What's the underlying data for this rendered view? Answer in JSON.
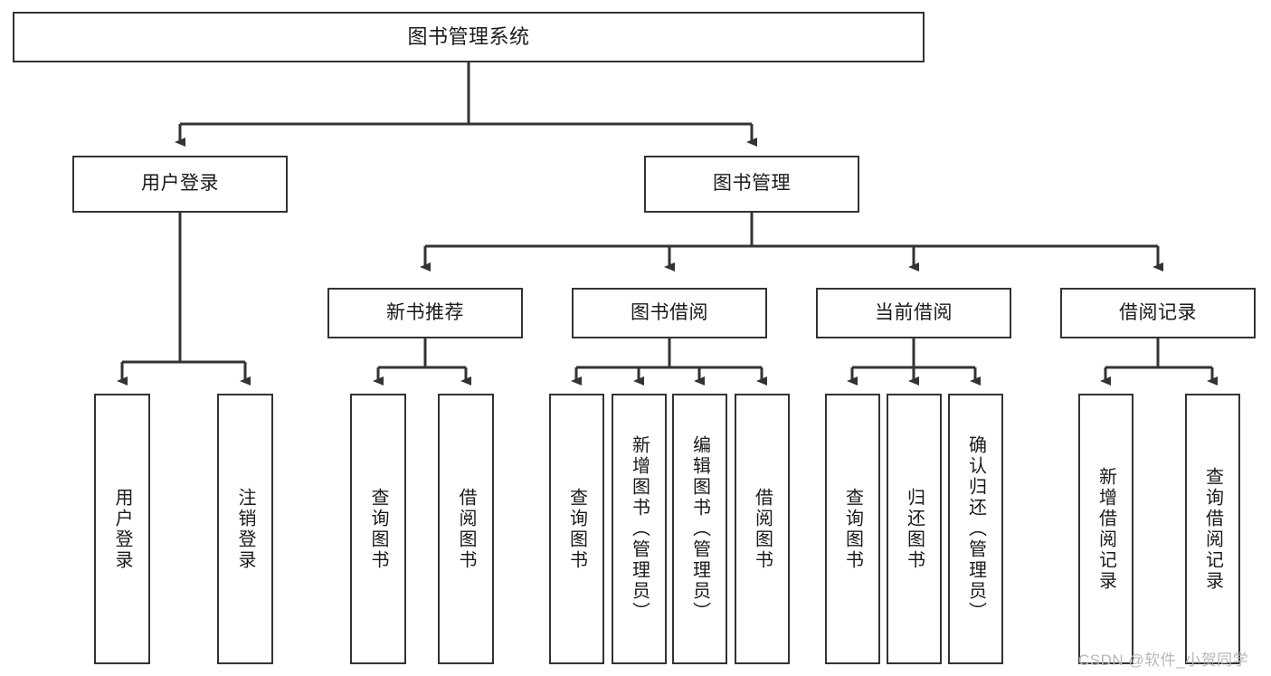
{
  "diagram": {
    "title": "图书管理系统",
    "type": "tree",
    "colors": {
      "box_border": "#333333",
      "box_fill": "#ffffff",
      "connector": "#333333",
      "text": "#1a1a1a",
      "watermark": "#b8b8b8"
    },
    "root": {
      "label": "图书管理系统"
    },
    "level1": [
      {
        "label": "用户登录"
      },
      {
        "label": "图书管理"
      }
    ],
    "level2": [
      {
        "label": "新书推荐"
      },
      {
        "label": "图书借阅"
      },
      {
        "label": "当前借阅"
      },
      {
        "label": "借阅记录"
      }
    ],
    "leaves": {
      "user_login": [
        {
          "label": "用户登录"
        },
        {
          "label": "注销登录"
        }
      ],
      "new_book_recommend": [
        {
          "label": "查询图书"
        },
        {
          "label": "借阅图书"
        }
      ],
      "book_borrow": [
        {
          "label": "查询图书"
        },
        {
          "label": "新增图书（管理员）"
        },
        {
          "label": "编辑图书（管理员）"
        },
        {
          "label": "借阅图书"
        }
      ],
      "current_borrow": [
        {
          "label": "查询图书"
        },
        {
          "label": "归还图书"
        },
        {
          "label": "确认归还（管理员）"
        }
      ],
      "borrow_record": [
        {
          "label": "新增借阅记录"
        },
        {
          "label": "查询借阅记录"
        }
      ]
    }
  },
  "watermark": {
    "text": "CSDN @软件_小贺同学"
  }
}
